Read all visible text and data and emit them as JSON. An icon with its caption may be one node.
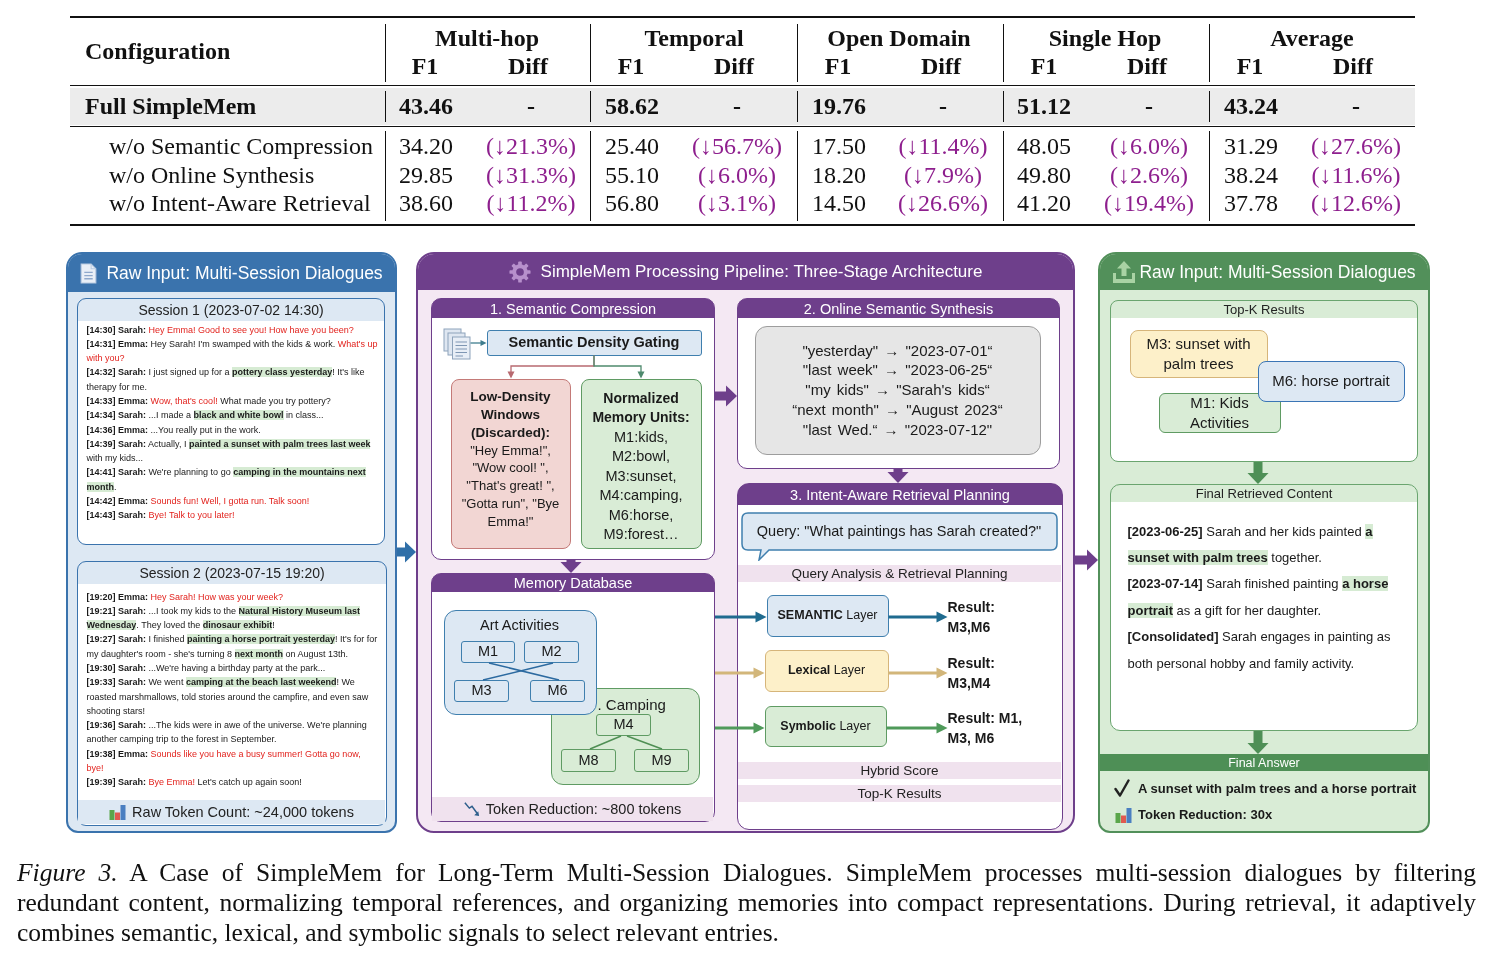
{
  "diagram": {
    "caption": "*Figure 3.* A Case of SimpleMem for Long-Term Multi-Session Dialogues. SimpleMem processes multi-session dialogues by filtering redundant content, normalizing temporal references, and organizing memories into compact representations. During retrieval, it adaptively combines semantic, lexical, and symbolic signals to select relevant entries.",
    "nodes": [
      {
        "text": [
          "Raw Input: Multi-Session Dialogues"
        ]
      },
      {
        "text": [
          "Session 1 (2023-07-02 14:30)",
          "**[14:30] Sarah:** *Hey Emma! Good to see you! How have you been?*",
          "**[14:31] Emma:** Hey Sarah! I'm swamped with the kids & work. *What's up with you?*",
          "**[14:32] Sarah:** I just signed up for a **pottery class yesterday**! It's like therapy for me.",
          "**[14:33] Emma:** *Wow, that's cool!* What made you try pottery?",
          "**[14:34] Sarah:** ...I made a **black and white bowl** in class...",
          "**[14:36] Emma:** ...You really put in the work.",
          "**[14:39] Sarah:** Actually, I **painted a sunset with palm trees last week** with my kids...",
          "**[14:41] Sarah:** We're planning to go **camping in the mountains next month**.",
          "**[14:42] Emma:** *Sounds fun! Well, I gotta run. Talk soon!*",
          "**[14:43] Sarah:** *Bye! Talk to you later!*"
        ],
        "in": 0
      },
      {
        "text": [
          "Session 2 (2023-07-15 19:20)",
          "**[19:20] Emma:** *Hey Sarah! How was your week?*",
          "**[19:21] Sarah:** ...I took my kids to the **Natural History Museum last Wednesday**. They loved the **dinosaur exhibit**!",
          "**[19:27] Sarah:** I finished **painting a horse portrait yesterday**! It's for for my daughter's room - she's turning 8 **next month** on August 13th.",
          "**[19:30] Sarah:** ...We're having a birthday party at the park...",
          "**[19:33] Sarah:** We went **camping at the beach last weekend**! We roasted marshmallows, told stories around the campfire, and even saw shooting stars!",
          "**[19:36] Sarah:** ...The kids were in awe of the universe. We're planning another camping trip to the forest in September.",
          "**[19:38] Emma:** *Sounds like you have a busy summer! Gotta go now, bye!*",
          "**[19:39] Sarah:** *Bye Emma!* Let's catch up again soon!"
        ],
        "in": 0
      },
      {
        "text": [
          "Raw Token Count: ~24,000 tokens"
        ],
        "in": 2
      },
      {
        "text": [
          "SimpleMem Processing Pipeline: Three-Stage Architecture"
        ]
      },
      {
        "text": [
          "1. Semantic Compression"
        ],
        "in": 4
      },
      {
        "text": [],
        "shape": "picture",
        "in": 5
      },
      {
        "text": [
          "Semantic Density Gating"
        ],
        "in": 5
      },
      {
        "text": [
          "Low-Density Windows (Discarded):",
          "\"Hey Emma!\", \"Wow cool! \", \"That's great! \", \"Gotta run\", \"Bye Emma!\""
        ],
        "in": 5
      },
      {
        "text": [
          "Normalized Memory Units:",
          "M1:kids, M2:bowl, M3:sunset, M4:camping, M6:horse, M9:forest…"
        ],
        "in": 5
      },
      {
        "text": [
          "2. Online Semantic Synthesis"
        ],
        "in": 4
      },
      {
        "text": [
          "\"yesterday\" → \"2023-07-01“",
          "\"last week\" → \"2023-06-25“",
          "\"my kids\" → \"Sarah's kids“",
          "“next month\" → \"August 2023“",
          "\"last Wed.“ → \"2023-07-12\""
        ],
        "in": 10
      },
      {
        "text": [
          "3. Intent-Aware Retrieval Planning"
        ],
        "in": 4
      },
      {
        "text": [
          "Query: \"What paintings has Sarah created?\""
        ],
        "in": 12
      },
      {
        "text": [
          "Query Analysis & Retrieval Planning"
        ],
        "in": 12
      },
      {
        "text": [
          "**SEMANTIC** Layer"
        ],
        "in": 12
      },
      {
        "text": [
          "**Lexical** Layer"
        ],
        "in": 12
      },
      {
        "text": [
          "**Symbolic** Layer"
        ],
        "in": 12
      },
      {
        "text": [
          "Result: M3,M6"
        ],
        "in": 12
      },
      {
        "text": [
          "Result: M3,M4"
        ],
        "in": 12
      },
      {
        "text": [
          "Result: M1, M3, M6"
        ],
        "in": 12
      },
      {
        "text": [
          "Hybrid Score"
        ],
        "in": 12
      },
      {
        "text": [
          "Top-K Results"
        ],
        "in": 12
      },
      {
        "text": [
          "Memory Database"
        ],
        "in": 4
      },
      {
        "text": [
          "Art Activities"
        ],
        "in": 23
      },
      {
        "text": [
          "M1"
        ],
        "in": 24
      },
      {
        "text": [
          "M2"
        ],
        "in": 24
      },
      {
        "text": [
          "M3"
        ],
        "in": 24
      },
      {
        "text": [
          "M6"
        ],
        "in": 24
      },
      {
        "text": [
          ". Camping"
        ],
        "in": 23
      },
      {
        "text": [
          "M4"
        ],
        "in": 29
      },
      {
        "text": [
          "M8"
        ],
        "in": 29
      },
      {
        "text": [
          "M9"
        ],
        "in": 29
      },
      {
        "text": [
          "Token Reduction: ~800 tokens"
        ],
        "in": 23
      },
      {
        "text": [
          "Raw Input: Multi-Session Dialogues"
        ]
      },
      {
        "text": [
          "Top-K Results"
        ],
        "in": 34
      },
      {
        "text": [
          "M3: sunset with palm trees"
        ],
        "in": 35
      },
      {
        "text": [
          "M6: horse portrait"
        ],
        "in": 35
      },
      {
        "text": [
          "M1: Kids Activities"
        ],
        "in": 35
      },
      {
        "text": [
          "Final Retrieved Content",
          "**[2023-06-25]** Sarah and her kids painted **a sunset with palm trees** together.",
          "**[2023-07-14]** Sarah finished painting **a horse portrait** as a gift for her daughter.",
          "**[Consolidated]** Sarah engages in painting as both personal hobby and family activity."
        ],
        "in": 34
      },
      {
        "text": [
          "Final Answer"
        ],
        "beside": [
          "A sunset with palm trees and a horse portrait",
          "Token Reduction: 30x"
        ],
        "in": 34
      }
    ],
    "edges": [
      {
        "from": 0,
        "to": 4,
        "arrow": "to",
        "style": "thick",
        "color": "#2f6fa8"
      },
      {
        "from": 6,
        "to": 7,
        "arrow": "to",
        "color": "#3f7d8e"
      },
      {
        "from": 7,
        "to": 8,
        "arrow": "to",
        "color": "#b86a70"
      },
      {
        "from": 7,
        "to": 9,
        "arrow": "to",
        "color": "#4f8a6e"
      },
      {
        "from": 5,
        "to": 10,
        "arrow": "to",
        "style": "thick"
      },
      {
        "from": 10,
        "to": 12,
        "arrow": "to",
        "style": "thick"
      },
      {
        "from": 5,
        "to": 23,
        "arrow": "to",
        "style": "thick"
      },
      {
        "from": 25,
        "to": 28,
        "arrow": "none",
        "color": "#2c6aa0"
      },
      {
        "from": 26,
        "to": 27,
        "arrow": "none",
        "color": "#2c6aa0"
      },
      {
        "from": 30,
        "to": 31,
        "arrow": "none",
        "color": "#4f8f54"
      },
      {
        "from": 30,
        "to": 32,
        "arrow": "none",
        "color": "#4f8f54"
      },
      {
        "from": 23,
        "to": 15,
        "arrow": "to",
        "color": "#1f6b8f"
      },
      {
        "from": 23,
        "to": 16,
        "arrow": "to",
        "color": "#d2b67a"
      },
      {
        "from": 23,
        "to": 17,
        "arrow": "to",
        "color": "#4f9a5a"
      },
      {
        "from": 15,
        "to": 18,
        "arrow": "to",
        "color": "#1f6b8f"
      },
      {
        "from": 16,
        "to": 19,
        "arrow": "to",
        "color": "#d2b67a"
      },
      {
        "from": 17,
        "to": 20,
        "arrow": "to",
        "color": "#4f9a5a"
      },
      {
        "from": 4,
        "to": 34,
        "arrow": "to",
        "style": "thick"
      },
      {
        "from": 35,
        "to": 39,
        "arrow": "to",
        "style": "thick",
        "color": "#4e8f56"
      },
      {
        "from": 39,
        "to": 40,
        "arrow": "to",
        "style": "thick",
        "color": "#4e8f56"
      }
    ],
    "labels": [
      "Configuration",
      "Multi-hop",
      "Temporal",
      "Open Domain",
      "Single Hop",
      "Average",
      "F1",
      "Diff",
      "F1",
      "Diff",
      "F1",
      "Diff",
      "F1",
      "Diff",
      "F1",
      "Diff",
      "Full SimpleMem",
      "43.46",
      "-",
      "58.62",
      "-",
      "19.76",
      "-",
      "51.12",
      "-",
      "43.24",
      "-",
      "w/o Semantic Compression",
      "34.20",
      "(↓21.3%)",
      "25.40",
      "(↓56.7%)",
      "17.50",
      "(↓11.4%)",
      "48.05",
      "(↓6.0%)",
      "31.29",
      "(↓27.6%)",
      "w/o Online Synthesis",
      "29.85",
      "(↓31.3%)",
      "55.10",
      "(↓6.0%)",
      "18.20",
      "(↓7.9%)",
      "49.80",
      "(↓2.6%)",
      "38.24",
      "(↓11.6%)",
      "w/o Intent-Aware Retrieval",
      "38.60",
      "(↓11.2%)",
      "56.80",
      "(↓3.1%)",
      "14.50",
      "(↓26.6%)",
      "41.20",
      "(↓19.4%)",
      "37.78",
      "(↓12.6%)"
    ]
  }
}
